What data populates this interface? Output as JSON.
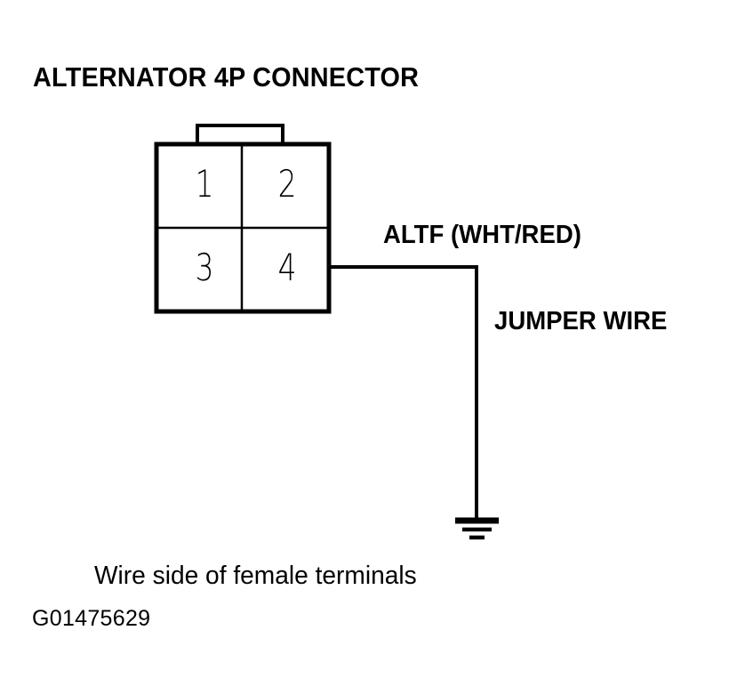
{
  "figure": {
    "title": "ALTERNATOR 4P CONNECTOR",
    "caption": "Wire side of female terminals",
    "code": "G01475629",
    "ink_color": "#000000",
    "background_color": "#ffffff"
  },
  "connector": {
    "name": "Alternator 4P connector",
    "pin_count": 4,
    "layout": "2x2",
    "has_locking_tab": true,
    "tab_position": "top",
    "pins": [
      {
        "number": "1",
        "row": 1,
        "column": 1
      },
      {
        "number": "2",
        "row": 1,
        "column": 2
      },
      {
        "number": "3",
        "row": 2,
        "column": 1
      },
      {
        "number": "4",
        "row": 2,
        "column": 2
      }
    ]
  },
  "wires": [
    {
      "id": "altf-wire",
      "label": "ALTF (WHT/RED)",
      "circuit": "ALTF",
      "color_code": "WHT/RED",
      "from_pin": "4",
      "routing": "right-then-down",
      "terminates_at": "ground"
    },
    {
      "id": "jumper-wire",
      "label": "JUMPER WIRE",
      "from_pin": "4",
      "terminates_at": "ground"
    }
  ],
  "symbols": {
    "ground": {
      "name": "chassis-ground",
      "bars": 3
    }
  }
}
